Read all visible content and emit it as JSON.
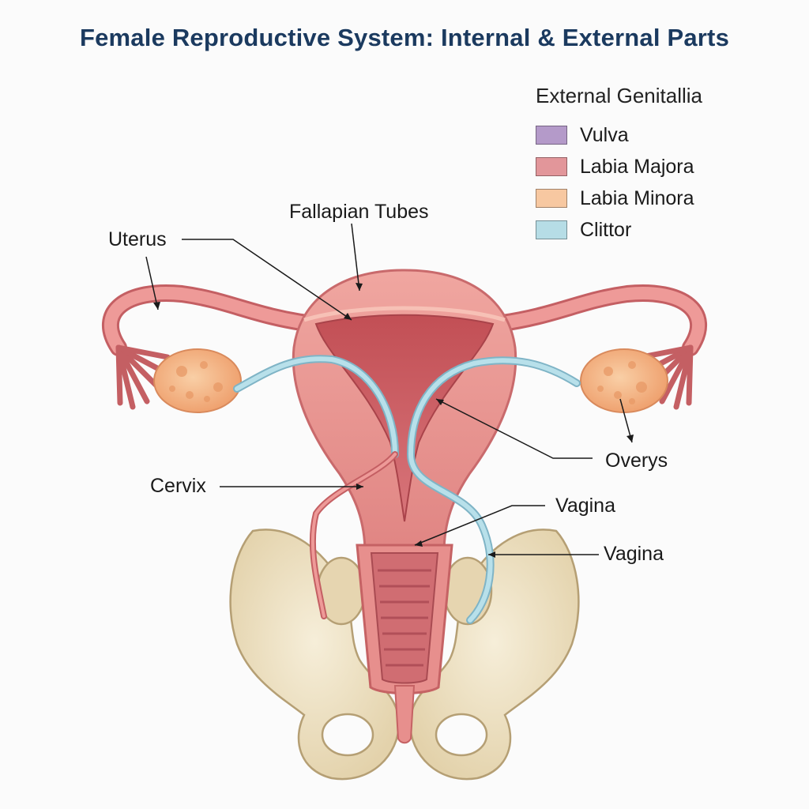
{
  "title": "Female Reproductive System: Internal & External Parts",
  "labels": {
    "fallopian_tubes": "Fallapian Tubes",
    "uterus": "Uterus",
    "cervix": "Cervix",
    "ovaries": "Overys",
    "vagina_1": "Vagina",
    "vagina_2": "Vagina"
  },
  "legend": {
    "title": "External Genitallia",
    "items": [
      {
        "label": "Vulva",
        "color": "#b49ac9"
      },
      {
        "label": "Labia Majora",
        "color": "#e2969a"
      },
      {
        "label": "Labia Minora",
        "color": "#f7c8a1"
      },
      {
        "label": "Clittor",
        "color": "#b6dde6"
      }
    ]
  },
  "colors": {
    "uterus": "#e8928f",
    "uterus_inner": "#c85a5e",
    "ovary": "#f4b07d",
    "tube_blue": "#a9d6e2",
    "pelvis_bone": "#efe3c6",
    "title": "#1b3a5f"
  }
}
